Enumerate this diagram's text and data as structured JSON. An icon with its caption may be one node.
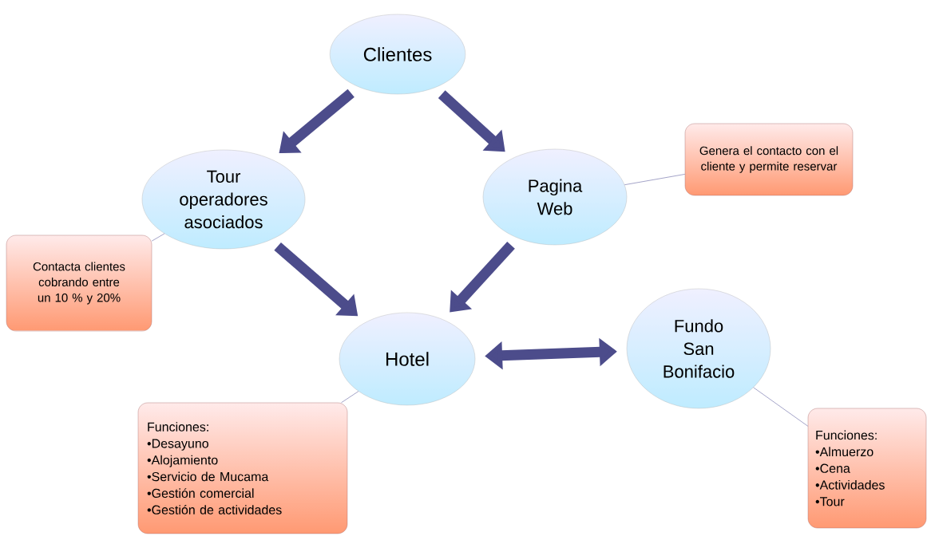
{
  "diagram": {
    "nodes": [
      {
        "text": [
          "Clientes"
        ]
      },
      {
        "text": [
          "Tour operadores asociados"
        ]
      },
      {
        "text": [
          "Pagina Web"
        ]
      },
      {
        "text": [
          "Genera el contacto con el cliente y permite reservar"
        ]
      },
      {
        "text": [
          "Contacta clientes cobrando entre un 10 % y 20%"
        ]
      },
      {
        "text": [
          "Hotel"
        ]
      },
      {
        "text": [
          "Fundo San Bonifacio"
        ]
      },
      {
        "text": [
          "Funciones:",
          "•Desayuno",
          "•Alojamiento",
          "•Servicio de Mucama",
          "•Gestión comercial",
          "•Gestión de actividades"
        ]
      },
      {
        "text": [
          "Funciones:",
          "•Almuerzo",
          "•Cena",
          "•Actividades",
          "•Tour"
        ]
      }
    ],
    "edges": [
      {
        "from": 0,
        "to": 1,
        "arrow": "to"
      },
      {
        "from": 0,
        "to": 2,
        "arrow": "to"
      },
      {
        "from": 1,
        "to": 5,
        "arrow": "to"
      },
      {
        "from": 2,
        "to": 5,
        "arrow": "to"
      },
      {
        "from": 5,
        "to": 6,
        "arrow": "both"
      },
      {
        "from": 4,
        "to": 1,
        "arrow": "none"
      },
      {
        "from": 3,
        "to": 2,
        "arrow": "none"
      },
      {
        "from": 7,
        "to": 5,
        "arrow": "none"
      },
      {
        "from": 8,
        "to": 6,
        "arrow": "none"
      }
    ]
  }
}
